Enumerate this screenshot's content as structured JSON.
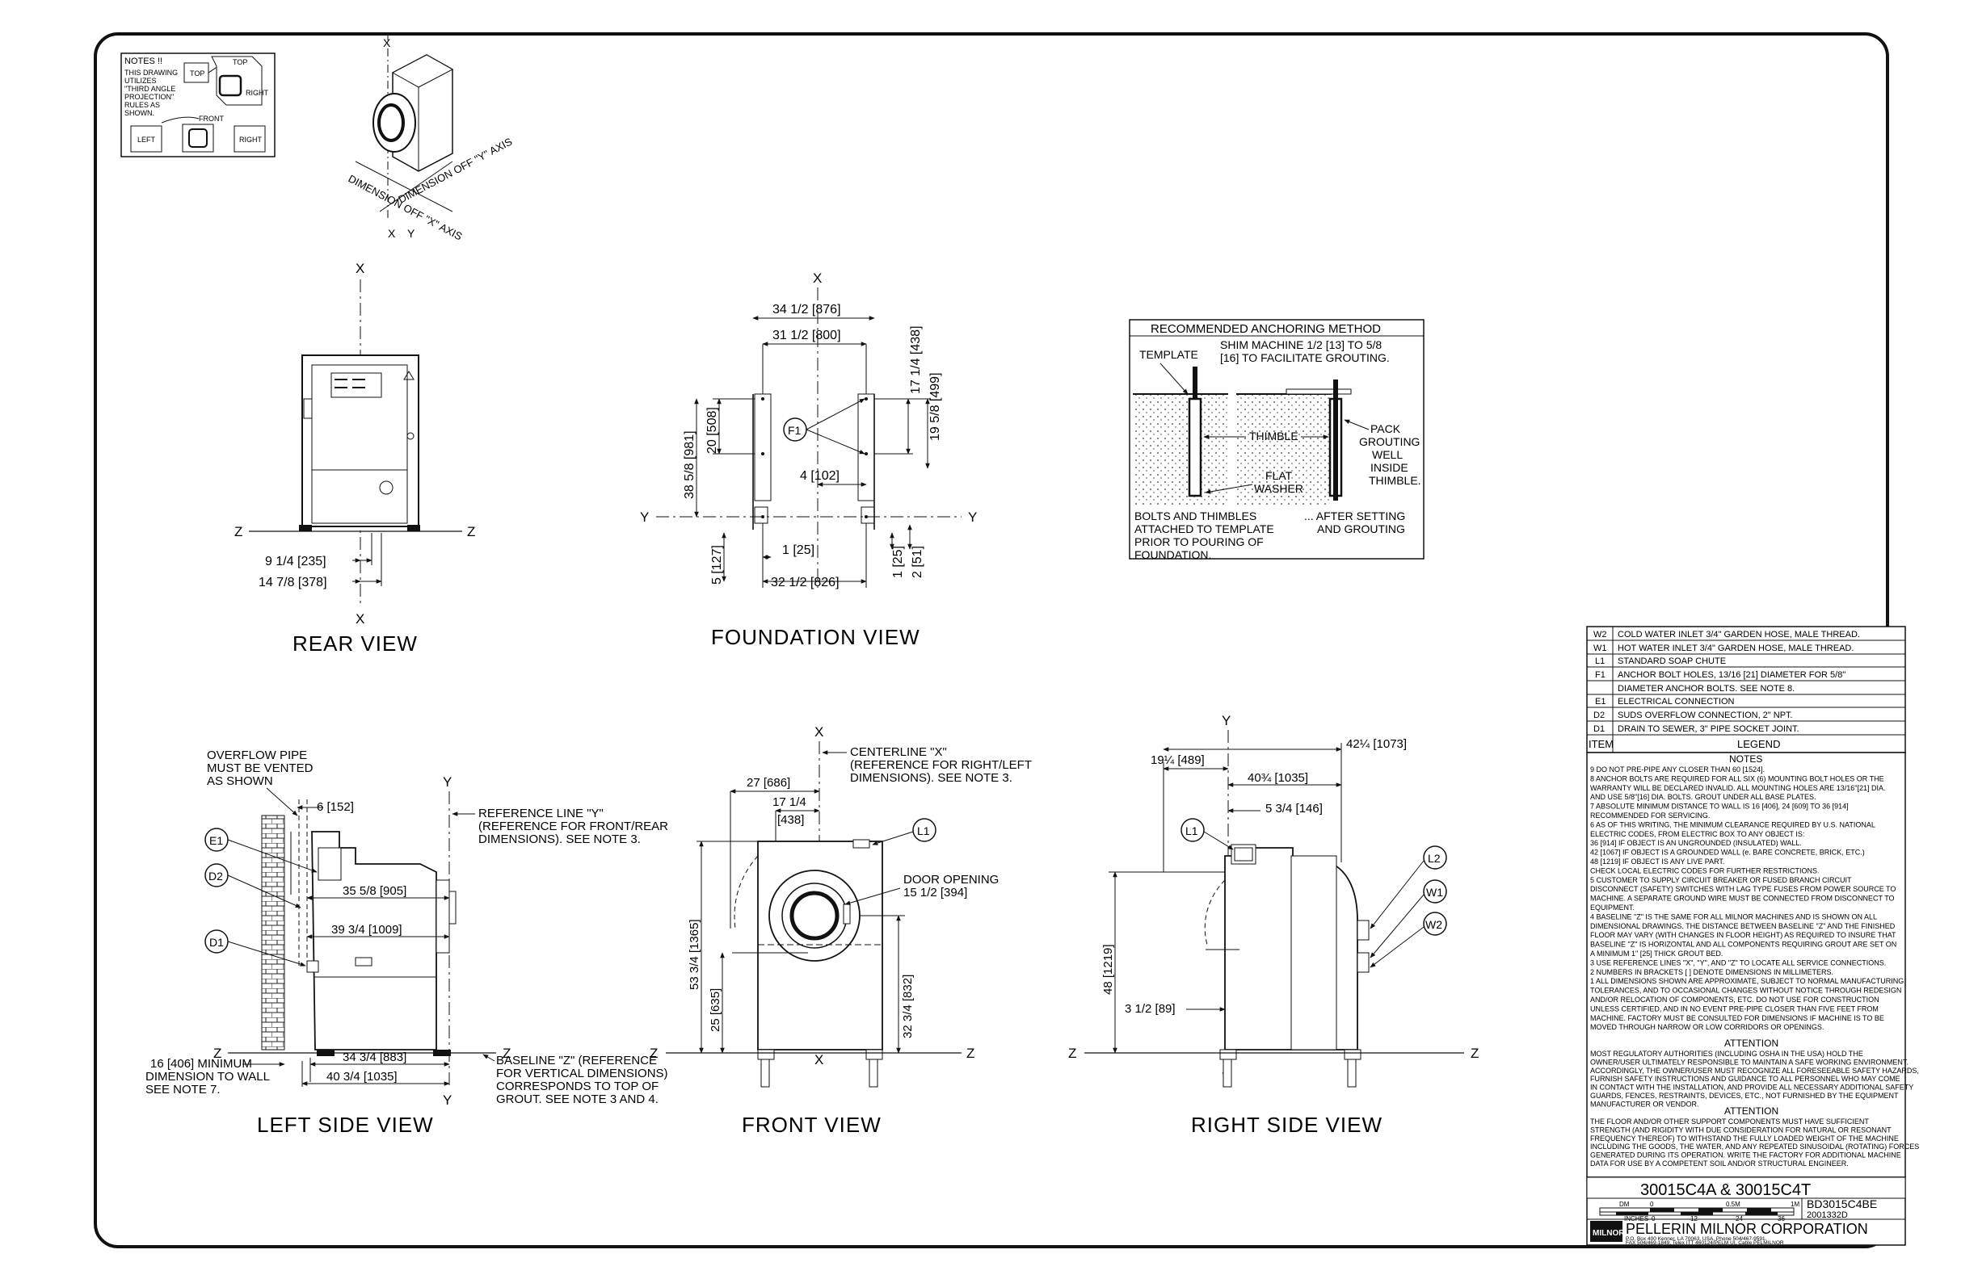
{
  "notes_box": {
    "text_lines": [
      "NOTES !!",
      "THIS DRAWING",
      "UTILIZES",
      "\"THIRD ANGLE",
      "PROJECTION\"",
      "RULES AS",
      "SHOWN."
    ],
    "labels": {
      "top_a": "TOP",
      "top_b": "TOP",
      "right_a": "RIGHT",
      "right_b": "RIGHT",
      "front": "FRONT",
      "left": "LEFT"
    }
  },
  "axis_graphic": {
    "x_top": "X",
    "dim_off_x": "DIMENSION OFF \"X\" AXIS",
    "dim_off_y": "DIMENSION OFF \"Y\" AXIS",
    "x_bottom": "X",
    "y_bottom": "Y"
  },
  "rear_view": {
    "title": "REAR VIEW",
    "x_top": "X",
    "x_bottom": "X",
    "z_left": "Z",
    "z_right": "Z",
    "dims": [
      "9 1/4 [235]",
      "14 7/8 [378]"
    ]
  },
  "foundation_view": {
    "title": "FOUNDATION VIEW",
    "x_top": "X",
    "y_left": "Y",
    "y_right": "Y",
    "callout": "F1",
    "dims": {
      "w_outer": "34 1/2 [876]",
      "w_inner": "31 1/2 [800]",
      "h_20": "20 [508]",
      "h_38": "38 5/8 [981]",
      "h_17": "17 1/4 [438]",
      "h_19": "19 5/8 [499]",
      "d_4": "4 [102]",
      "d_1": "1 [25]",
      "d_32": "32 1/2 [826]",
      "d_5": "5 [127]",
      "d_1v": "1 [25]",
      "d_2v": "2 [51]"
    }
  },
  "anchoring": {
    "title": "RECOMMENDED ANCHORING METHOD",
    "template": "TEMPLATE",
    "shim": [
      "SHIM MACHINE 1/2 [13] TO 5/8",
      "[16] TO FACILITATE GROUTING."
    ],
    "thimble": "THIMBLE",
    "pack": [
      "PACK",
      "GROUTING",
      "WELL",
      "INSIDE",
      "THIMBLE."
    ],
    "flat_washer": [
      "FLAT",
      "WASHER"
    ],
    "bolts": [
      "BOLTS AND THIMBLES",
      "ATTACHED TO TEMPLATE",
      "PRIOR TO POURING OF",
      "FOUNDATION."
    ],
    "after": [
      "... AFTER SETTING",
      "AND GROUTING"
    ]
  },
  "left_side_view": {
    "title": "LEFT SIDE VIEW",
    "overflow": [
      "OVERFLOW PIPE",
      "MUST BE VENTED",
      "AS SHOWN"
    ],
    "ref_y": [
      "REFERENCE LINE \"Y\"",
      "(REFERENCE FOR FRONT/REAR",
      "DIMENSIONS). SEE NOTE 3."
    ],
    "baseline": [
      "BASELINE \"Z\" (REFERENCE",
      "FOR VERTICAL DIMENSIONS)",
      "CORRESPONDS TO TOP OF",
      "GROUT. SEE NOTE 3 AND 4."
    ],
    "min_dist": [
      "16 [406] MINIMUM",
      "DIMENSION TO WALL",
      "SEE NOTE 7."
    ],
    "callouts": [
      "E1",
      "D2",
      "D1"
    ],
    "dims": {
      "d6": "6 [152]",
      "d35": "35 5/8 [905]",
      "d39": "39 3/4 [1009]",
      "d34": "34 3/4 [883]",
      "d40": "40 3/4 [1035]"
    },
    "y_top": "Y",
    "y_bottom": "Y",
    "z_left": "Z",
    "z_right": "Z"
  },
  "front_view": {
    "title": "FRONT VIEW",
    "centerline": [
      "CENTERLINE \"X\"",
      "(REFERENCE FOR RIGHT/LEFT",
      "DIMENSIONS). SEE NOTE 3."
    ],
    "door": [
      "DOOR OPENING",
      "15 1/2 [394]"
    ],
    "callout": "L1",
    "dims": {
      "d27": "27 [686]",
      "d17": "17 1/4",
      "d438": "[438]",
      "d53": "53 3/4 [1365]",
      "d25": "25 [635]",
      "d32": "32 3/4 [832]"
    },
    "x_top": "X",
    "x_bottom": "X",
    "z_left": "Z",
    "z_right": "Z"
  },
  "right_side_view": {
    "title": "RIGHT SIDE VIEW",
    "callouts": [
      "L1",
      "L2",
      "W1",
      "W2"
    ],
    "dims": {
      "d19": "19¼ [489]",
      "d42": "42¼ [1073]",
      "d40": "40¾ [1035]",
      "d5": "5 3/4 [146]",
      "d48": "48 [1219]",
      "d3": "3 1/2 [89]"
    },
    "y_top": "Y",
    "y_bottom": "Y",
    "z_left": "Z",
    "z_right": "Z"
  },
  "legend": {
    "header_item": "ITEM",
    "header_label": "LEGEND",
    "rows": [
      {
        "item": "W2",
        "text": "COLD WATER INLET 3/4\" GARDEN HOSE, MALE THREAD."
      },
      {
        "item": "W1",
        "text": "HOT WATER INLET 3/4\" GARDEN HOSE, MALE THREAD."
      },
      {
        "item": "L1",
        "text": "STANDARD SOAP CHUTE"
      },
      {
        "item": "F1",
        "text": "ANCHOR BOLT HOLES, 13/16 [21] DIAMETER FOR 5/8\""
      },
      {
        "item": "",
        "text": "DIAMETER ANCHOR BOLTS. SEE NOTE 8."
      },
      {
        "item": "E1",
        "text": "ELECTRICAL CONNECTION"
      },
      {
        "item": "D2",
        "text": "SUDS OVERFLOW CONNECTION, 2\" NPT."
      },
      {
        "item": "D1",
        "text": "DRAIN TO SEWER, 3\" PIPE SOCKET JOINT."
      }
    ]
  },
  "notes": {
    "title": "NOTES",
    "lines": [
      "9  DO NOT PRE-PIPE ANY CLOSER THAN 60 [1524].",
      "8  ANCHOR BOLTS ARE REQUIRED FOR ALL SIX (6) MOUNTING BOLT HOLES OR THE",
      "    WARRANTY WILL BE DECLARED INVALID. ALL MOUNTING HOLES ARE 13/16\"[21] DIA.",
      "    AND USE 5/8\"[16] DIA. BOLTS. GROUT UNDER ALL BASE PLATES.",
      "7  ABSOLUTE MINIMUM DISTANCE TO WALL IS 16 [406], 24 [609] TO 36 [914]",
      "    RECOMMENDED FOR SERVICING.",
      "6  AS OF THIS WRITING, THE MINIMUM CLEARANCE REQUIRED BY U.S. NATIONAL",
      "    ELECTRIC CODES, FROM ELECTRIC BOX TO ANY OBJECT IS:",
      "       36 [914]  IF OBJECT IS AN UNGROUNDED (INSULATED) WALL.",
      "       42 [1067]  IF OBJECT IS A GROUNDED WALL (e. BARE CONCRETE, BRICK, ETC.)",
      "       48 [1219]  IF OBJECT IS ANY LIVE PART.",
      "    CHECK LOCAL ELECTRIC CODES FOR FURTHER RESTRICTIONS.",
      "5  CUSTOMER TO SUPPLY CIRCUIT BREAKER OR FUSED BRANCH CIRCUIT",
      "    DISCONNECT (SAFETY) SWITCHES WITH LAG TYPE FUSES FROM POWER SOURCE TO",
      "    MACHINE. A SEPARATE GROUND WIRE MUST BE CONNECTED FROM DISCONNECT TO",
      "    EQUIPMENT.",
      "4  BASELINE \"Z\" IS THE SAME FOR ALL MILNOR MACHINES AND IS SHOWN ON ALL",
      "    DIMENSIONAL DRAWINGS. THE DISTANCE BETWEEN BASELINE \"Z\" AND THE FINISHED",
      "    FLOOR MAY VARY (WITH CHANGES IN FLOOR HEIGHT) AS REQUIRED TO INSURE THAT",
      "    BASELINE \"Z\" IS HORIZONTAL AND ALL COMPONENTS REQUIRING GROUT ARE SET ON",
      "    A MINIMUM 1\" [25] THICK GROUT BED.",
      "3  USE REFERENCE LINES \"X\", \"Y\", AND \"Z\" TO LOCATE ALL SERVICE CONNECTIONS.",
      "2  NUMBERS IN BRACKETS [ ] DENOTE DIMENSIONS IN MILLIMETERS.",
      "1  ALL DIMENSIONS SHOWN ARE APPROXIMATE, SUBJECT TO NORMAL MANUFACTURING",
      "    TOLERANCES, AND TO OCCASIONAL CHANGES WITHOUT NOTICE THROUGH REDESIGN",
      "    AND/OR RELOCATION OF COMPONENTS, ETC. DO NOT USE FOR CONSTRUCTION",
      "    UNLESS CERTIFIED, AND IN NO EVENT PRE-PIPE CLOSER THAN FIVE FEET FROM",
      "    MACHINE. FACTORY MUST BE CONSULTED FOR DIMENSIONS IF MACHINE IS TO BE",
      "    MOVED THROUGH NARROW OR LOW CORRIDORS OR OPENINGS."
    ]
  },
  "attention1": {
    "title": "ATTENTION",
    "lines": [
      "MOST REGULATORY AUTHORITIES (INCLUDING OSHA IN THE USA) HOLD THE",
      "OWNER/USER ULTIMATELY RESPONSIBLE TO MAINTAIN A SAFE WORKING ENVIRONMENT.",
      "ACCORDINGLY, THE OWNER/USER MUST RECOGNIZE ALL FORESEEABLE SAFETY HAZARDS,",
      "FURNISH SAFETY INSTRUCTIONS AND GUIDANCE TO ALL PERSONNEL WHO MAY COME",
      "IN CONTACT WITH THE INSTALLATION, AND PROVIDE ALL NECESSARY ADDITIONAL SAFETY",
      "GUARDS, FENCES, RESTRAINTS, DEVICES, ETC., NOT FURNISHED BY THE EQUIPMENT",
      "MANUFACTURER OR VENDOR."
    ]
  },
  "attention2": {
    "title": "ATTENTION",
    "lines": [
      "THE FLOOR AND/OR OTHER SUPPORT COMPONENTS MUST HAVE SUFFICIENT",
      "STRENGTH (AND RIGIDITY WITH DUE CONSIDERATION FOR NATURAL OR RESONANT",
      "FREQUENCY THEREOF) TO WITHSTAND THE FULLY LOADED WEIGHT OF THE MACHINE",
      "INCLUDING THE GOODS, THE WATER, AND ANY REPEATED SINUSOIDAL (ROTATING) FORCES",
      "GENERATED DURING ITS OPERATION. WRITE THE FACTORY FOR ADDITIONAL MACHINE",
      "DATA FOR USE BY A COMPETENT SOIL AND/OR STRUCTURAL ENGINEER."
    ]
  },
  "title_block": {
    "model": "30015C4A  &  30015C4T",
    "scale_dm": "DM",
    "scale_0": "0",
    "scale_05m": "0.5M",
    "scale_1m": "1M",
    "scale_inches": "INCHES",
    "scale_i0": "0",
    "scale_i12": "12",
    "scale_i24": "24",
    "scale_i36": "36",
    "drawing_no": "BD3015C4BE",
    "date_code": "2001332D",
    "logo": "MILNOR",
    "company": "PELLERIN MILNOR CORPORATION",
    "address1": "P.O. Box 400 Kenner, LA 70063, USA, Phone 504/467-9591,",
    "address2": "FAX 504/469-1849, Telex ITT 460124/PELM UI, Cable PELMILNOR"
  }
}
